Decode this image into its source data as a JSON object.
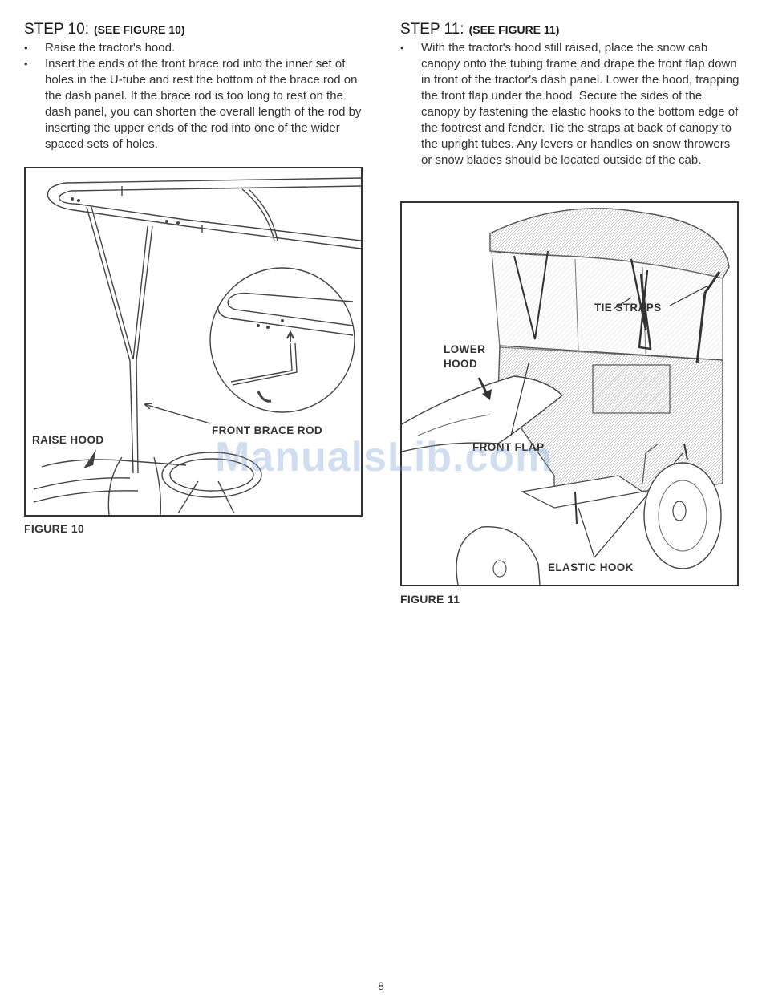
{
  "step10": {
    "title": "STEP 10:",
    "see": "(SEE FIGURE 10)",
    "bullets": [
      "Raise the tractor's hood.",
      "Insert the ends of the front brace rod into the inner set of holes in the U-tube and rest the bottom of the brace rod on the dash panel. If the brace rod is too long to rest on the dash panel, you can shorten the overall length of the rod by inserting the upper ends of the rod into one of the wider spaced sets of holes."
    ]
  },
  "step11": {
    "title": "STEP 11:",
    "see": "(SEE FIGURE 11)",
    "bullets": [
      "With the tractor's hood still raised, place the snow cab canopy onto the tubing frame and drape the front flap down in front of the tractor's dash panel. Lower the hood, trapping the front flap under the hood. Secure the sides of the canopy by fastening the elastic hooks to the bottom edge of the footrest and fender. Tie the straps at back of canopy to the upright tubes. Any levers or handles on snow throwers or snow blades should be located outside of the cab."
    ]
  },
  "figure10": {
    "caption": "FIGURE 10",
    "labels": {
      "raise_hood": "RAISE HOOD",
      "front_brace_rod": "FRONT BRACE ROD"
    }
  },
  "figure11": {
    "caption": "FIGURE 11",
    "labels": {
      "tie_straps": "TIE STRAPS",
      "lower": "LOWER",
      "hood": "HOOD",
      "front_flap": "FRONT FLAP",
      "elastic_hook": "ELASTIC HOOK"
    }
  },
  "watermark": "ManualsLib.com",
  "page_number": "8"
}
